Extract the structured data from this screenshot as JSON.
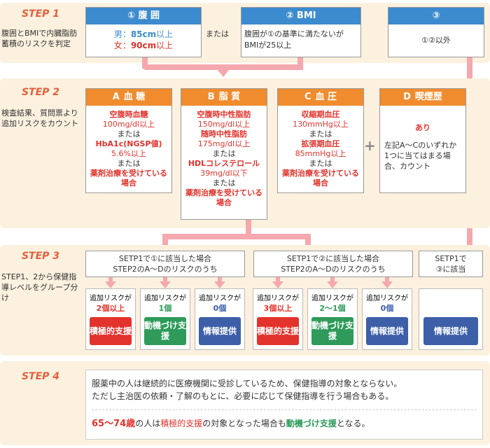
{
  "step1": {
    "tag": "STEP 1",
    "desc": "腹囲とBMIで内臓脂肪蓄積のリスクを判定",
    "box1": {
      "title": "① 腹 囲",
      "male_label": "男：",
      "male_val": "85cm",
      "male_suffix": "以上",
      "female_label": "女：",
      "female_val": "90cm",
      "female_suffix": "以上"
    },
    "or": "または",
    "box2": {
      "title": "② BMI",
      "text1": "腹囲が①の基準に満たないが",
      "text2": "BMIが25以上"
    },
    "box3": {
      "title": "③",
      "text": "①②以外"
    }
  },
  "step2": {
    "tag": "STEP 2",
    "desc": "検査結果、質問票より追加リスクをカウント",
    "a": {
      "letter": "A",
      "title": "血 糖",
      "l1": "空腹時血糖",
      "l2": "100mg/dl以上",
      "or1": "または",
      "l3": "HbA1c(NGSP値)",
      "l4": "5.6%以上",
      "or2": "または",
      "l5": "薬剤治療を受けている場合"
    },
    "b": {
      "letter": "B",
      "title": "脂 質",
      "l1": "空腹時中性脂肪",
      "l2": "150mg/dl以上",
      "l3": "随時中性脂肪",
      "l4": "175mg/dl以上",
      "or1": "または",
      "l5": "HDLコレステロール",
      "l6": "39mg/dl以下",
      "or2": "または",
      "l7": "薬剤治療を受けている場合"
    },
    "c": {
      "letter": "C",
      "title": "血 圧",
      "l1": "収縮期血圧",
      "l2": "130mmHg以上",
      "or1": "または",
      "l3": "拡張期血圧",
      "l4": "85mmHg以上",
      "or2": "または",
      "l5": "薬剤治療を受けている場合"
    },
    "plus": "+",
    "d": {
      "letter": "D",
      "title": "喫煙歴",
      "l1": "あり",
      "l2": "左記A〜Cのいずれか1つに当てはまる場合、カウント"
    }
  },
  "step3": {
    "tag": "STEP 3",
    "desc": "STEP1、2から保健指導レベルをグループ分け",
    "g1": {
      "line1": "SETP1で①に該当した場合",
      "line2": "STEP2のA〜Dのリスクのうち"
    },
    "g2": {
      "line1": "SETP1で②に該当した場合",
      "line2": "STEP2のA〜Dのリスクのうち"
    },
    "g3": {
      "line1": "SETP1で",
      "line2": "③に該当"
    },
    "risk_label": "追加リスクが",
    "r": [
      {
        "count": "2個以上",
        "level": "積極的支援"
      },
      {
        "count": "1個",
        "level": "動機づけ支援"
      },
      {
        "count": "0個",
        "level": "情報提供"
      },
      {
        "count": "3個以上",
        "level": "積極的支援"
      },
      {
        "count": "2〜1個",
        "level": "動機づけ支援"
      },
      {
        "count": "0個",
        "level": "情報提供"
      }
    ],
    "r7_level": "情報提供"
  },
  "step4": {
    "tag": "STEP 4",
    "text1": "服薬中の人は継続的に医療機関に受診しているため、保健指導の対象とならない。",
    "text2": "ただし主治医の依頼・了解のもとに、必要に応じて保健指導を行う場合もある。",
    "t_age": "65〜74歳",
    "t_mid1": "の人は",
    "t_active": "積極的支援",
    "t_mid2": "の対象となった場合も",
    "t_motiv": "動機づけ支援",
    "t_end": "となる。"
  },
  "colors": {
    "blue": "#3c8bcf",
    "orange": "#f08c2e",
    "red": "#e2332c",
    "green": "#2f9a5a",
    "navy": "#3d5fa8",
    "pink": "#f5a8ad"
  }
}
